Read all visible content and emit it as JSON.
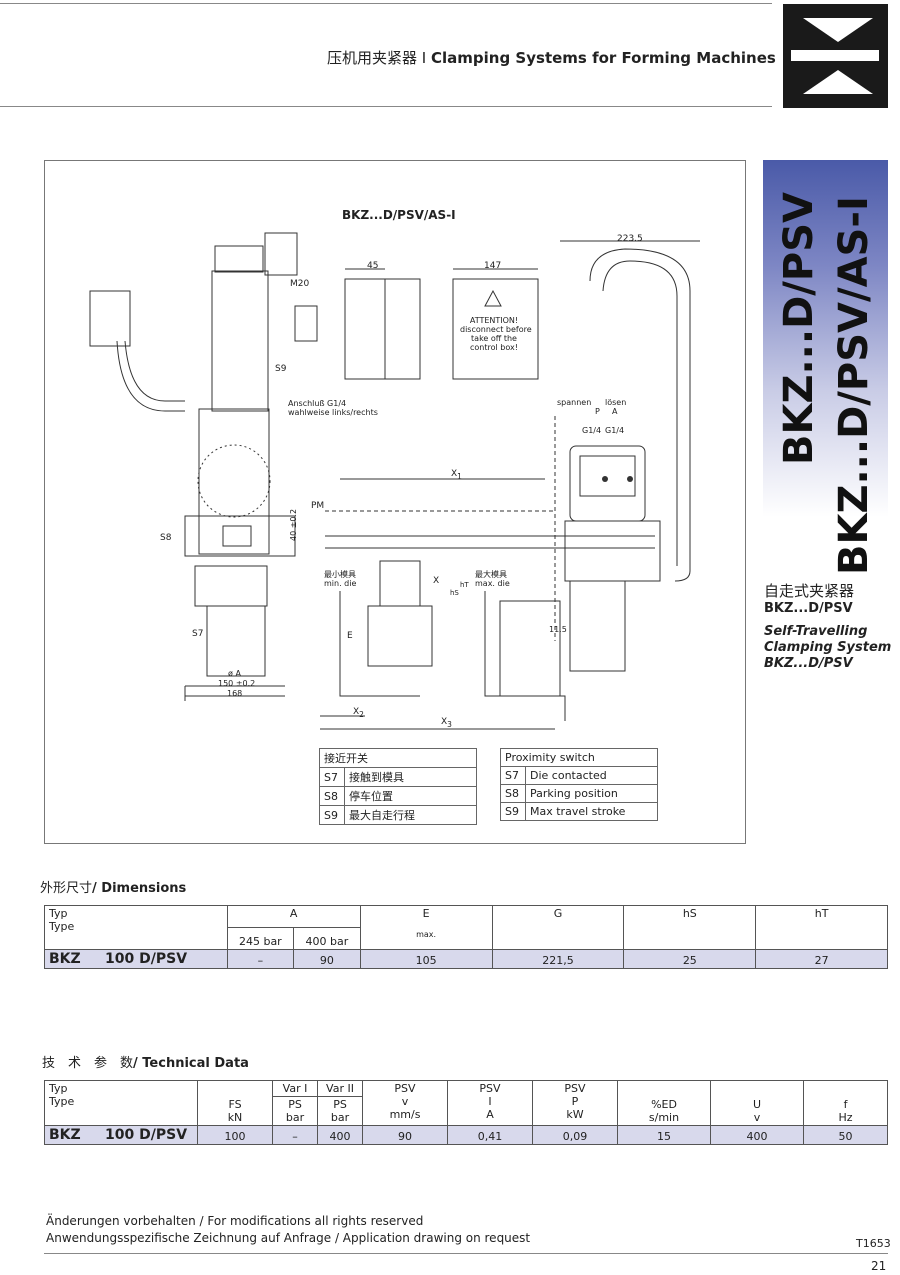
{
  "header": {
    "title_cn": "压机用夹紧器",
    "separator": "I",
    "title_en": "Clamping Systems for Forming Machines"
  },
  "side": {
    "vertical_title_1": "BKZ...D/PSV",
    "vertical_title_2": "BKZ...D/PSV/AS-I",
    "cn_subtitle": "自走式夹紧器",
    "model": "BKZ...D/PSV",
    "desc_line1": "Self-Travelling",
    "desc_line2": "Clamping System",
    "desc_line3": "BKZ...D/PSV"
  },
  "drawing": {
    "title": "BKZ...D/PSV/AS-I",
    "labels": {
      "m20": "M20",
      "s9": "S9",
      "s8": "S8",
      "s7": "S7",
      "pm": "PM",
      "anschluss1": "Anschluß G1/4",
      "anschluss2": "wahlweise links/rechts",
      "dim45": "45",
      "dim147": "147",
      "dim2235": "223.5",
      "attention1": "ATTENTION!",
      "attention2": "disconnect before",
      "attention3": "take off the",
      "attention4": "control box!",
      "spannen": "spannen",
      "loesen": "lösen",
      "p": "P",
      "a": "A",
      "g14a": "G1/4",
      "g14b": "G1/4",
      "x1": "X",
      "x1sub": "1",
      "x2": "X",
      "x2sub": "2",
      "x3": "X",
      "x3sub": "3",
      "x": "X",
      "e": "E",
      "hs": "hS",
      "ht": "hT",
      "min_cn": "最小模具",
      "min_en": "min. die",
      "max_cn": "最大模具",
      "max_en": "max. die",
      "dim115": "11.5",
      "dim40": "40 ±0.2",
      "phiA": "ø A",
      "dim150": "150 ±0.2",
      "dim168": "168"
    },
    "legend_cn": {
      "title": "接近开关",
      "rows": [
        {
          "code": "S7",
          "text": "接触到模具"
        },
        {
          "code": "S8",
          "text": "停车位置"
        },
        {
          "code": "S9",
          "text": "最大自走行程"
        }
      ]
    },
    "legend_en": {
      "title": "Proximity switch",
      "rows": [
        {
          "code": "S7",
          "text": "Die contacted"
        },
        {
          "code": "S8",
          "text": "Parking position"
        },
        {
          "code": "S9",
          "text": "Max travel stroke"
        }
      ]
    }
  },
  "dimensions": {
    "title_cn": "外形尺寸",
    "title_en": "/ Dimensions",
    "type_label1": "Typ",
    "type_label2": "Type",
    "col_A": "A",
    "col_A_245": "245 bar",
    "col_A_400": "400 bar",
    "col_E": "E",
    "col_E_sub": "max.",
    "col_G": "G",
    "col_hs": "hS",
    "col_ht": "hT",
    "row": {
      "type": "BKZ     100 D/PSV",
      "a245": "–",
      "a400": "90",
      "e": "105",
      "g": "221,5",
      "hs": "25",
      "ht": "27"
    }
  },
  "technical": {
    "title_cn": "技　术　参　数",
    "title_en": "/ Technical Data",
    "type_label1": "Typ",
    "type_label2": "Type",
    "headers": {
      "fs": "FS",
      "fs_unit": "kN",
      "var1": "Var I",
      "ps1": "PS",
      "ps1_unit": "bar",
      "var2": "Var II",
      "ps2": "PS",
      "ps2_unit": "bar",
      "psv_v_top": "PSV",
      "psv_v": "v",
      "psv_v_unit": "mm/s",
      "psv_i_top": "PSV",
      "psv_i": "I",
      "psv_i_unit": "A",
      "psv_p_top": "PSV",
      "psv_p": "P",
      "psv_p_unit": "kW",
      "ed": "%ED",
      "ed_unit": "s/min",
      "u": "U",
      "u_unit": "v",
      "f": "f",
      "f_unit": "Hz"
    },
    "row": {
      "type": "BKZ     100 D/PSV",
      "fs": "100",
      "ps1": "–",
      "ps2": "400",
      "v": "90",
      "i": "0,41",
      "p": "0,09",
      "ed": "15",
      "u": "400",
      "f": "50"
    }
  },
  "footer": {
    "line1": "Änderungen vorbehalten / For modifications all rights reserved",
    "line2": "Anwendungsspezifische Zeichnung auf Anfrage / Application drawing on request",
    "code": "T1653",
    "page": "21"
  }
}
